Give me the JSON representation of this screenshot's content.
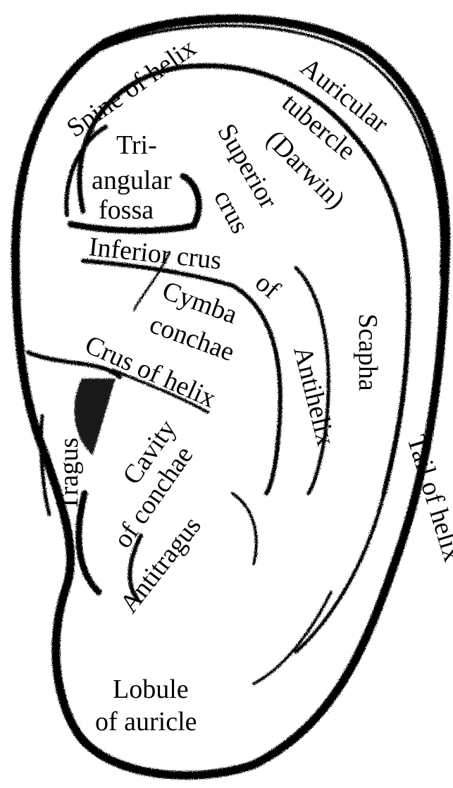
{
  "colors": {
    "ink": "#000000",
    "paper": "#ffffff"
  },
  "labels": {
    "spine_of_helix": "Spine of helix",
    "auricular_tubercle_1": "Auricular",
    "auricular_tubercle_2": "tubercle",
    "auricular_tubercle_3": "(Darwin)",
    "triangular_fossa_1": "Tri-",
    "triangular_fossa_2": "angular",
    "triangular_fossa_3": "fossa",
    "superior_crus_1": "Superior",
    "superior_crus_2": "crus",
    "inferior_crus": "Inferior crus",
    "of_antihelix": "of",
    "antihelix": "Antihelix",
    "cymba_conchae_1": "Cymba",
    "cymba_conchae_2": "conchae",
    "crus_of_helix": "Crus of helix",
    "scapha": "Scapha",
    "tragus": "Tragus",
    "cavity_of_conchae_1": "Cavity",
    "cavity_of_conchae_2": "of conchae",
    "antitragus": "Antitragus",
    "tail_of_helix": "Tail of helix",
    "lobule_1": "Lobule",
    "lobule_2": "of auricle"
  }
}
